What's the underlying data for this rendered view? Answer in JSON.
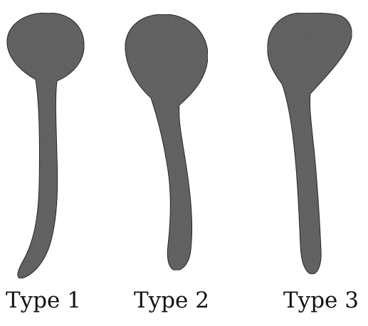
{
  "figure": {
    "items": [
      {
        "label": "Type 1",
        "shape": "round-head-tadpole"
      },
      {
        "label": "Type 2",
        "shape": "pear-head-tadpole"
      },
      {
        "label": "Type 3",
        "shape": "triangular-head-tadpole"
      }
    ],
    "colors": {
      "fill": "#6f6f6f",
      "speckle_dark": "#3a3a3a",
      "speckle_light": "#d8d8d8",
      "outline": "#2b2b2b",
      "background": "#ffffff"
    }
  }
}
